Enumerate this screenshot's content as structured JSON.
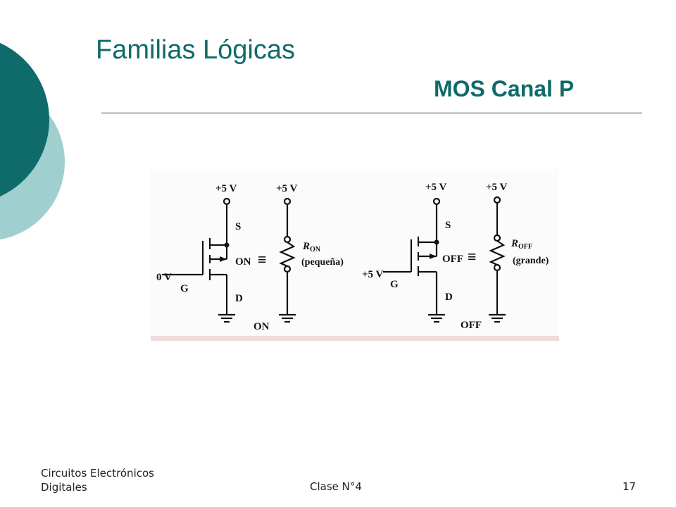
{
  "slide": {
    "title": "Familias Lógicas",
    "subtitle": "MOS Canal P",
    "colors": {
      "accent_dark": "#0f6b6a",
      "accent_light": "#9fcfce"
    }
  },
  "diagram": {
    "left": {
      "gate_input": "0 V",
      "supply_transistor": "+5 V",
      "supply_resistor": "+5 V",
      "source": "S",
      "gate": "G",
      "drain": "D",
      "channel_state": "ON",
      "equiv": "≡",
      "resistor_symbol": "R",
      "resistor_sub": "ON",
      "resistor_note": "(pequeña)",
      "result": "ON"
    },
    "right": {
      "gate_input": "+5 V",
      "supply_transistor": "+5 V",
      "supply_resistor": "+5 V",
      "source": "S",
      "gate": "G",
      "drain": "D",
      "channel_state": "OFF",
      "equiv": "≡",
      "resistor_symbol": "R",
      "resistor_sub": "OFF",
      "resistor_note": "(grande)",
      "result": "OFF"
    }
  },
  "footer": {
    "course_line1": "Circuitos Electrónicos",
    "course_line2": "Digitales",
    "session": "Clase N°4",
    "page": "17"
  }
}
